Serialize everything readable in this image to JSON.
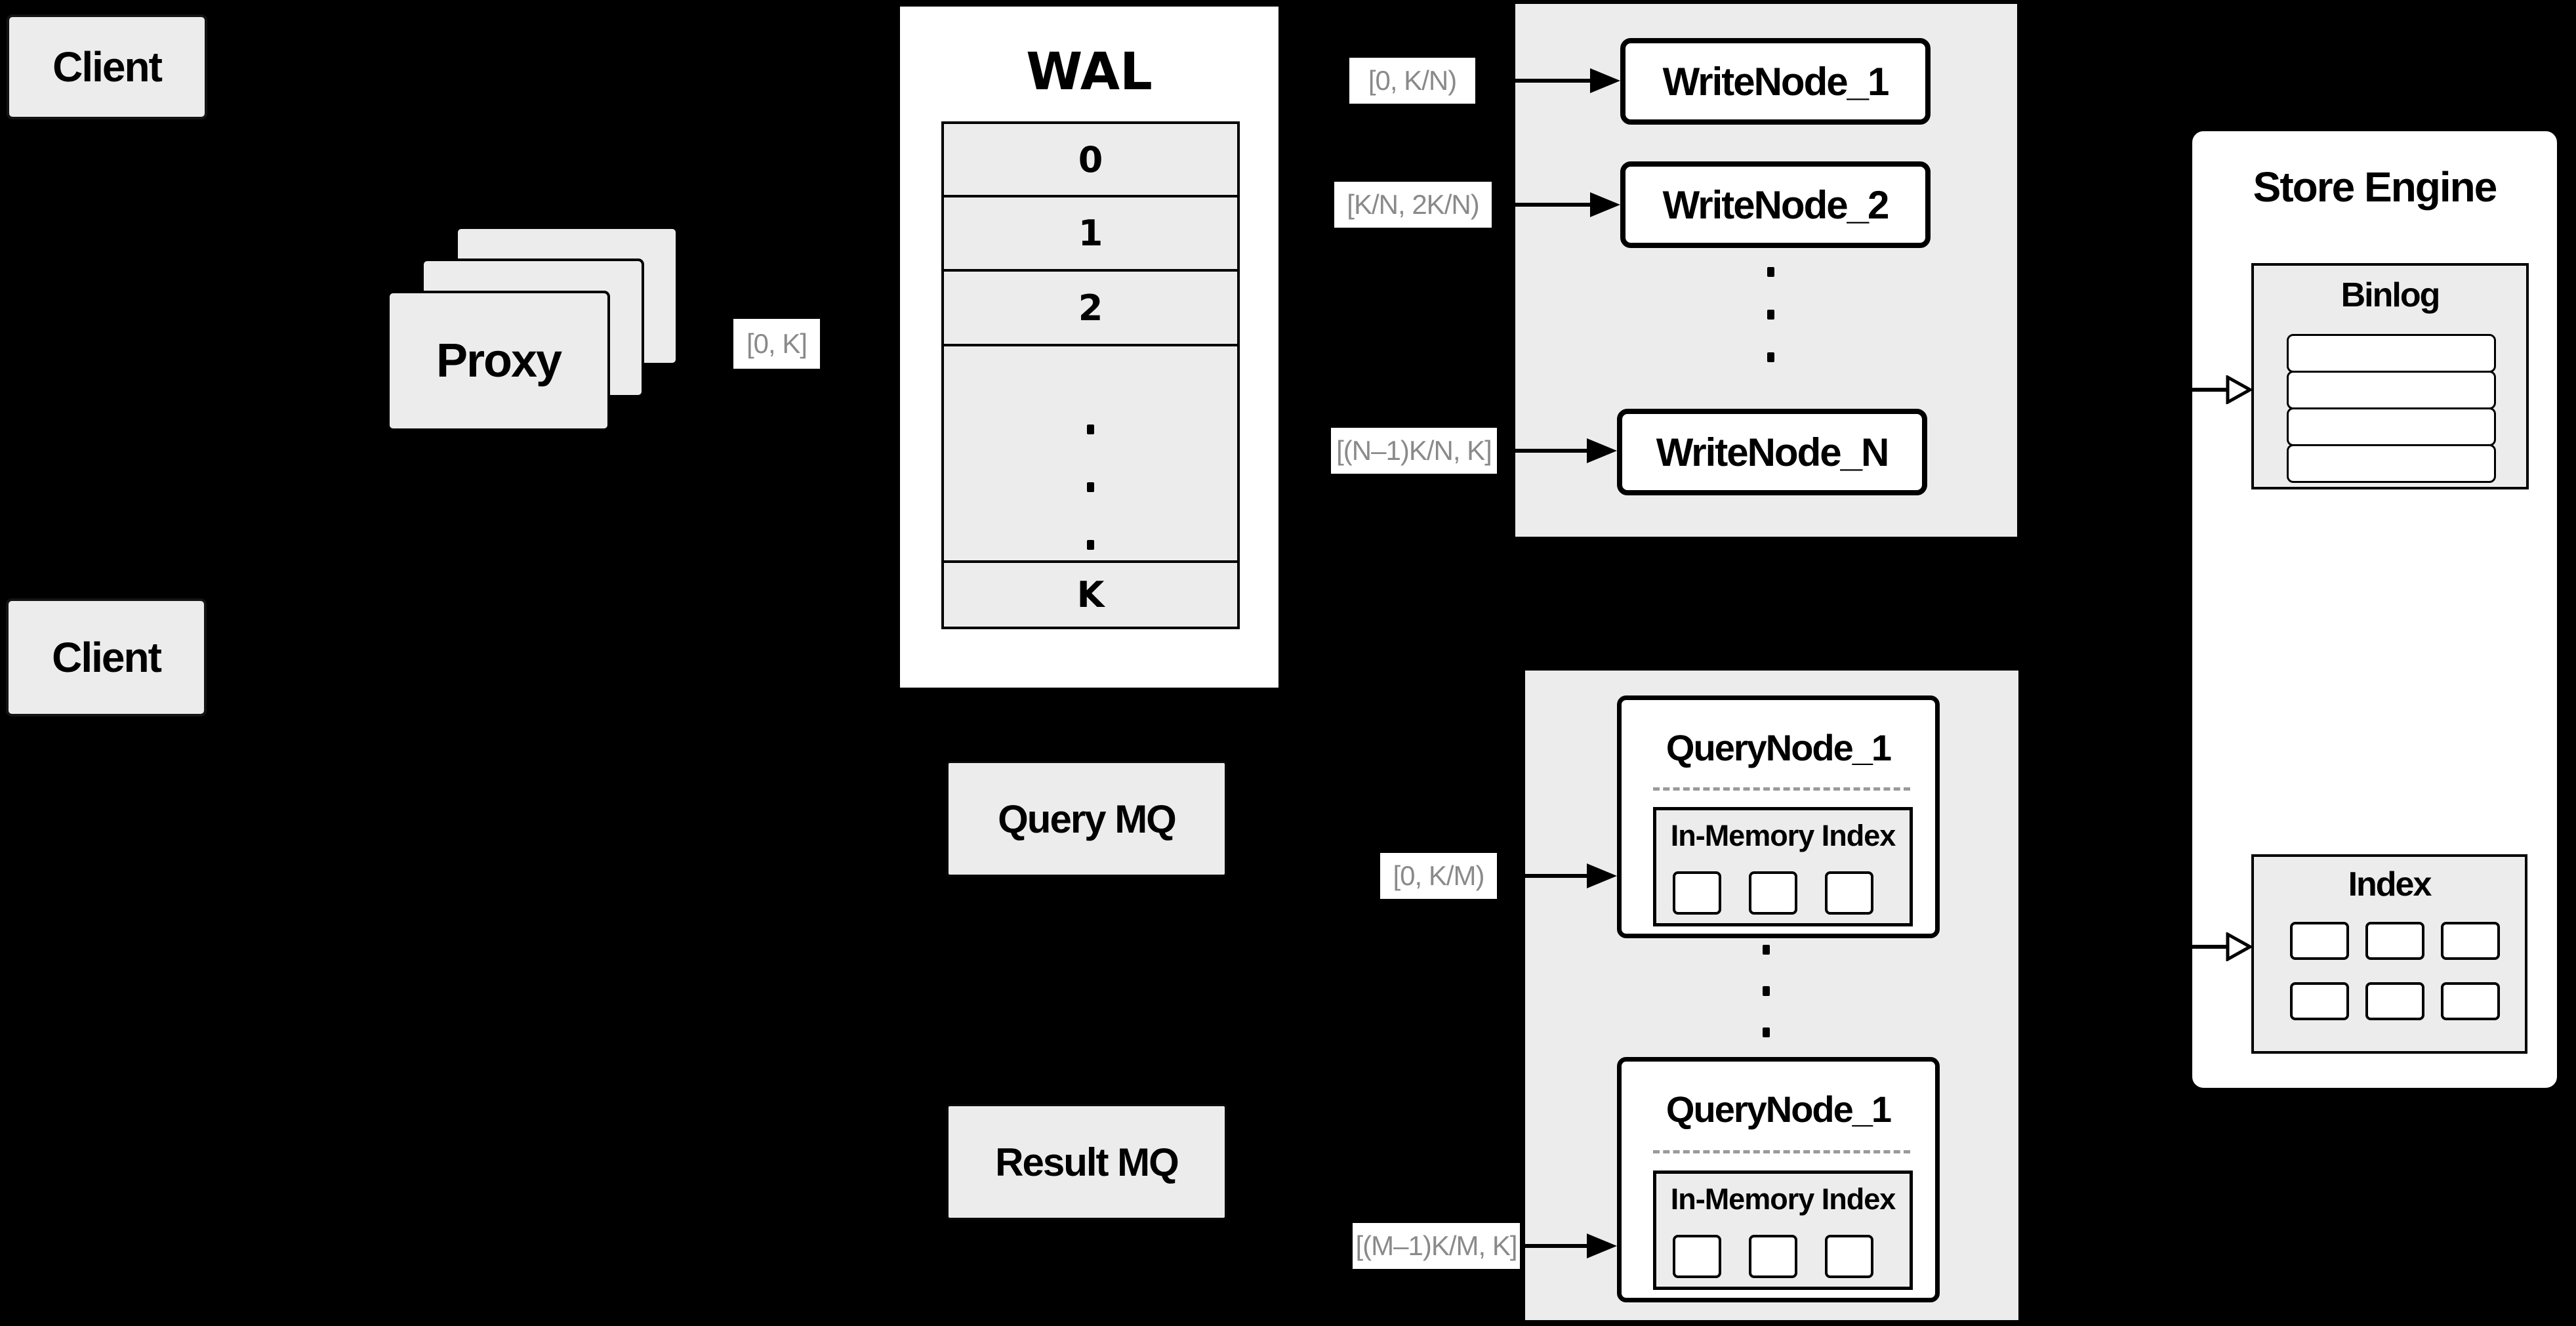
{
  "colors": {
    "background": "#000000",
    "panel_gray": "#ececec",
    "white": "#ffffff",
    "line_black": "#000000",
    "range_label_text": "#8a8a8a",
    "dashed_divider": "#9a9a9a"
  },
  "clients": {
    "top": "Client",
    "bottom": "Client"
  },
  "proxy": {
    "label": "Proxy"
  },
  "wal": {
    "title": "WAL",
    "rows": [
      "0",
      "1",
      "2"
    ],
    "last_row": "K",
    "ellipsis": "..."
  },
  "range_labels": {
    "proxy_out": "[0, K]",
    "write_1": "[0, K/N)",
    "write_2": "[K/N, 2K/N)",
    "write_n": "[(N–1)K/N, K]",
    "query_1": "[0, K/M)",
    "query_m": "[(M–1)K/M, K]"
  },
  "write_nodes": {
    "node_1": "WriteNode_1",
    "node_2": "WriteNode_2",
    "node_n": "WriteNode_N",
    "ellipsis": "..."
  },
  "query_nodes": {
    "node_top": "QueryNode_1",
    "node_bottom": "QueryNode_1",
    "inner_title": "In-Memory Index",
    "ellipsis": "..."
  },
  "store_engine": {
    "title": "Store Engine",
    "binlog_title": "Binlog",
    "index_title": "Index"
  },
  "mq": {
    "query": "Query MQ",
    "result": "Result MQ"
  }
}
